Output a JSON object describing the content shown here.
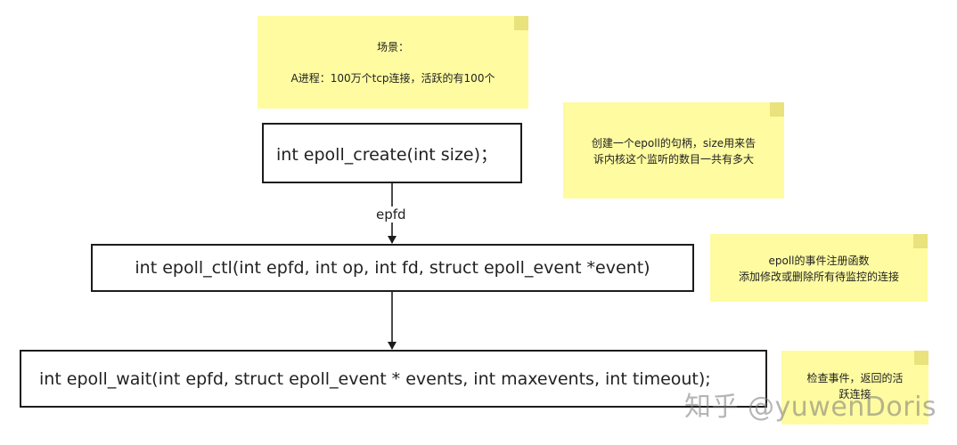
{
  "notes": {
    "scenario_title": "场景：",
    "scenario_body": "A进程：100万个tcp连接，活跃的有100个",
    "create_line1": "创建一个epoll的句柄，size用来告",
    "create_line2": "诉内核这个监听的数目一共有多大",
    "ctl_line1": "epoll的事件注册函数",
    "ctl_line2": "添加修改或删除所有待监控的连接",
    "wait_line1": "检查事件，返回的活",
    "wait_line2": "跃连接"
  },
  "boxes": {
    "create": "int epoll_create(int size)；",
    "ctl": "int epoll_ctl(int epfd, int op, int fd, struct epoll_event *event)",
    "wait": "int epoll_wait(int epfd, struct epoll_event * events, int maxevents, int timeout);"
  },
  "edges": {
    "create_to_ctl": "epfd"
  },
  "watermark": "知乎 @yuwenDoris",
  "colors": {
    "note_fill": "#fefba0",
    "note_fold": "#e9e27d",
    "box_border": "#1c1c1c",
    "arrow": "#1c1c1c"
  }
}
